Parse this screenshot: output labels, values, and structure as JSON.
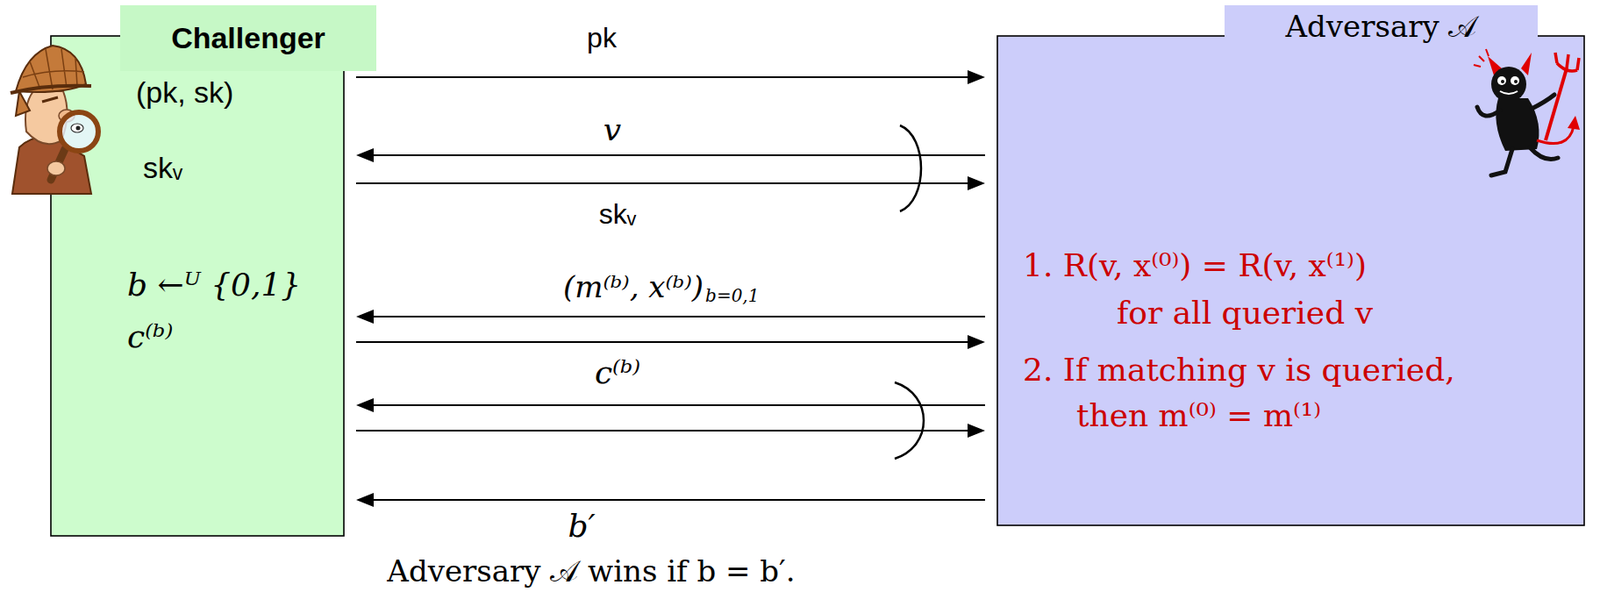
{
  "diagram": {
    "caption": "Adversary 𝒜 wins if b = b′.",
    "nodes": [
      {
        "text": [
          "Challenger",
          "(pk, sk)",
          "skᵥ",
          "b ←ᵁ {0,1}",
          "c⁽ᵇ⁾"
        ]
      },
      {
        "text": [
          "Adversary 𝒜",
          "1. R(v, x⁽⁰⁾) = R(v, x⁽¹⁾)",
          "for all queried v",
          "2. If matching v is queried,",
          "then m⁽⁰⁾ = m⁽¹⁾"
        ]
      }
    ],
    "edges": [
      {
        "from": 0,
        "to": 1,
        "label": "pk",
        "arrow": "to"
      },
      {
        "from": 1,
        "to": 0,
        "label": "v",
        "arrow": "to"
      },
      {
        "from": 0,
        "to": 1,
        "label": "skᵥ",
        "arrow": "to"
      },
      {
        "from": 1,
        "to": 0,
        "label": "(m⁽ᵇ⁾,  x⁽ᵇ⁾)",
        "arrow": "to"
      },
      {
        "from": 0,
        "to": 1,
        "label": "c⁽ᵇ⁾",
        "arrow": "to"
      },
      {
        "from": 1,
        "to": 0,
        "arrow": "to"
      },
      {
        "from": 0,
        "to": 1,
        "arrow": "to"
      },
      {
        "from": 1,
        "to": 0,
        "label": "b′",
        "arrow": "to"
      }
    ],
    "labels": [
      "b=0,1"
    ]
  }
}
